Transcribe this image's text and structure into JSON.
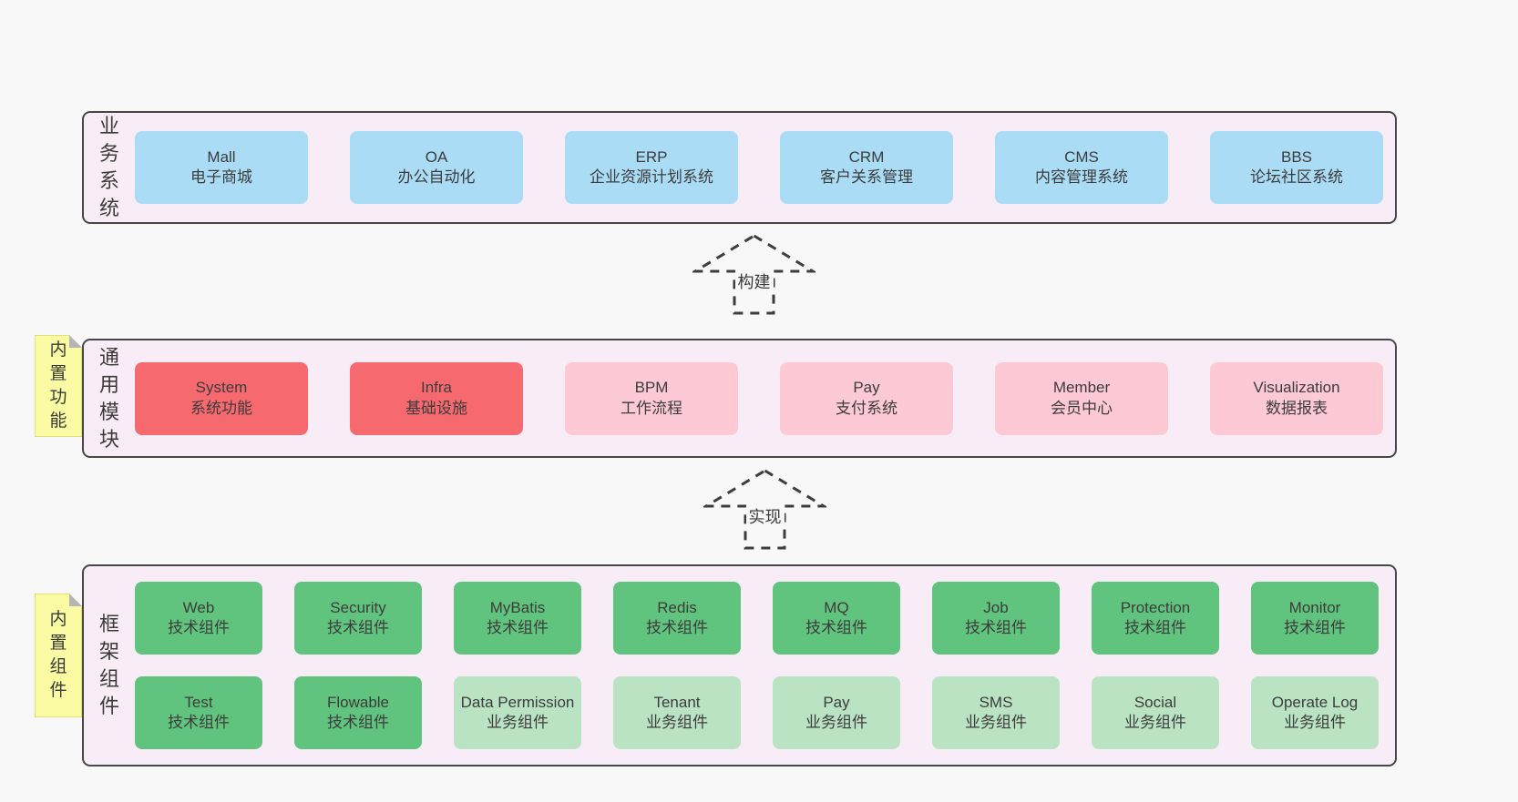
{
  "colors": {
    "blue": "#abdcf6",
    "red": "#f5696f",
    "pink": "#fdc9d4",
    "green": "#61c47e",
    "lightgreen": "#bae3c3",
    "container_bg": "#f8edf6",
    "container_border": "#474747",
    "note_yellow": "#fbfba3",
    "page_bg": "#f8f8f8",
    "text": "#3d3d3d"
  },
  "layers": [
    {
      "label": "业务系统",
      "rows": [
        [
          {
            "en": "Mall",
            "zh": "电子商城",
            "type": "blue"
          },
          {
            "en": "OA",
            "zh": "办公自动化",
            "type": "blue"
          },
          {
            "en": "ERP",
            "zh": "企业资源计划系统",
            "type": "blue"
          },
          {
            "en": "CRM",
            "zh": "客户关系管理",
            "type": "blue"
          },
          {
            "en": "CMS",
            "zh": "内容管理系统",
            "type": "blue"
          },
          {
            "en": "BBS",
            "zh": "论坛社区系统",
            "type": "blue"
          }
        ]
      ]
    },
    {
      "label": "通用模块",
      "rows": [
        [
          {
            "en": "System",
            "zh": "系统功能",
            "type": "red"
          },
          {
            "en": "Infra",
            "zh": "基础设施",
            "type": "red"
          },
          {
            "en": "BPM",
            "zh": "工作流程",
            "type": "pink"
          },
          {
            "en": "Pay",
            "zh": "支付系统",
            "type": "pink"
          },
          {
            "en": "Member",
            "zh": "会员中心",
            "type": "pink"
          },
          {
            "en": "Visualization",
            "zh": "数据报表",
            "type": "pink"
          }
        ]
      ]
    },
    {
      "label": "框架组件",
      "rows": [
        [
          {
            "en": "Web",
            "zh": "技术组件",
            "type": "green"
          },
          {
            "en": "Security",
            "zh": "技术组件",
            "type": "green"
          },
          {
            "en": "MyBatis",
            "zh": "技术组件",
            "type": "green"
          },
          {
            "en": "Redis",
            "zh": "技术组件",
            "type": "green"
          },
          {
            "en": "MQ",
            "zh": "技术组件",
            "type": "green"
          },
          {
            "en": "Job",
            "zh": "技术组件",
            "type": "green"
          },
          {
            "en": "Protection",
            "zh": "技术组件",
            "type": "green"
          },
          {
            "en": "Monitor",
            "zh": "技术组件",
            "type": "green"
          }
        ],
        [
          {
            "en": "Test",
            "zh": "技术组件",
            "type": "green"
          },
          {
            "en": "Flowable",
            "zh": "技术组件",
            "type": "green"
          },
          {
            "en": "Data Permission",
            "zh": "业务组件",
            "type": "lightgreen"
          },
          {
            "en": "Tenant",
            "zh": "业务组件",
            "type": "lightgreen"
          },
          {
            "en": "Pay",
            "zh": "业务组件",
            "type": "lightgreen"
          },
          {
            "en": "SMS",
            "zh": "业务组件",
            "type": "lightgreen"
          },
          {
            "en": "Social",
            "zh": "业务组件",
            "type": "lightgreen"
          },
          {
            "en": "Operate Log",
            "zh": "业务组件",
            "type": "lightgreen"
          }
        ]
      ]
    }
  ],
  "notes": [
    {
      "text": "内置功能"
    },
    {
      "text": "内置组件"
    }
  ],
  "arrows": [
    {
      "label": "构建"
    },
    {
      "label": "实现"
    }
  ]
}
